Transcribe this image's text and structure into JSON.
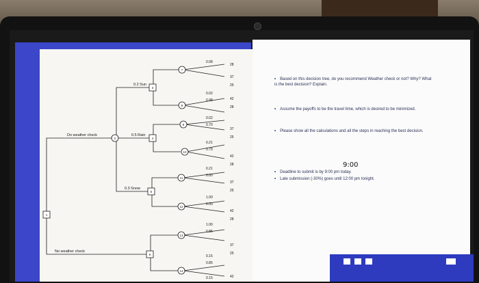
{
  "tree": {
    "decision_labels": {
      "weather_check": "Do weather check",
      "no_weather_check": "No weather check"
    },
    "forecast_branches": {
      "sun": "0.2 Sun",
      "rain": "0.5 Rain",
      "snow": "0.3 Snow"
    },
    "node_numbers": {
      "n1": "1",
      "n2": "2",
      "n3": "3",
      "n4": "4",
      "n5": "5",
      "n6": "6",
      "n7": "7",
      "n8": "8",
      "n9": "9",
      "n10": "10",
      "n11": "11",
      "n12": "12",
      "n13": "13",
      "n14": "14"
    },
    "probabilities": {
      "p7a": "0.08",
      "p7b": "0.02",
      "p7c": "0.98",
      "p8a": "0.02",
      "p8b": "0.70",
      "p9a": "0.21",
      "p9b": "0.79",
      "p10a": "0.21",
      "p10b": "0.00",
      "p11a": "1.00",
      "p11b": "0.00",
      "p12a": "1.00",
      "p12b": "0.85",
      "p13a": "0.15",
      "p13b": "0.85",
      "p14a": "0.15"
    },
    "payoffs": {
      "v1": "28",
      "v2": "37",
      "v3": "25",
      "v4": "42",
      "v5": "28",
      "v6": "37",
      "v7": "25",
      "v8": "42",
      "v9": "28",
      "v10": "37",
      "v11": "25",
      "v12": "42",
      "v13": "28",
      "v14": "37",
      "v15": "25",
      "v16": "42"
    }
  },
  "instructions": {
    "q1": "Based on this decision tree, do you recommend Weather check or not? Why? What is the best decision? Explain.",
    "q2": "Assume the payoffs to be the travel time, which is desired to be minimized.",
    "q3": "Please show all the calculations and all the steps in reaching the best decision.",
    "q4": "Deadline to submit is by 9:00 pm today.",
    "q5": "Late submission (-30%) goes until 12:00 pm tonight.",
    "handwritten": "9:00"
  },
  "colors": {
    "slide_border": "#3b46c9",
    "tree_line": "#1c1c1c",
    "taskbar": "#2e3bbf"
  }
}
